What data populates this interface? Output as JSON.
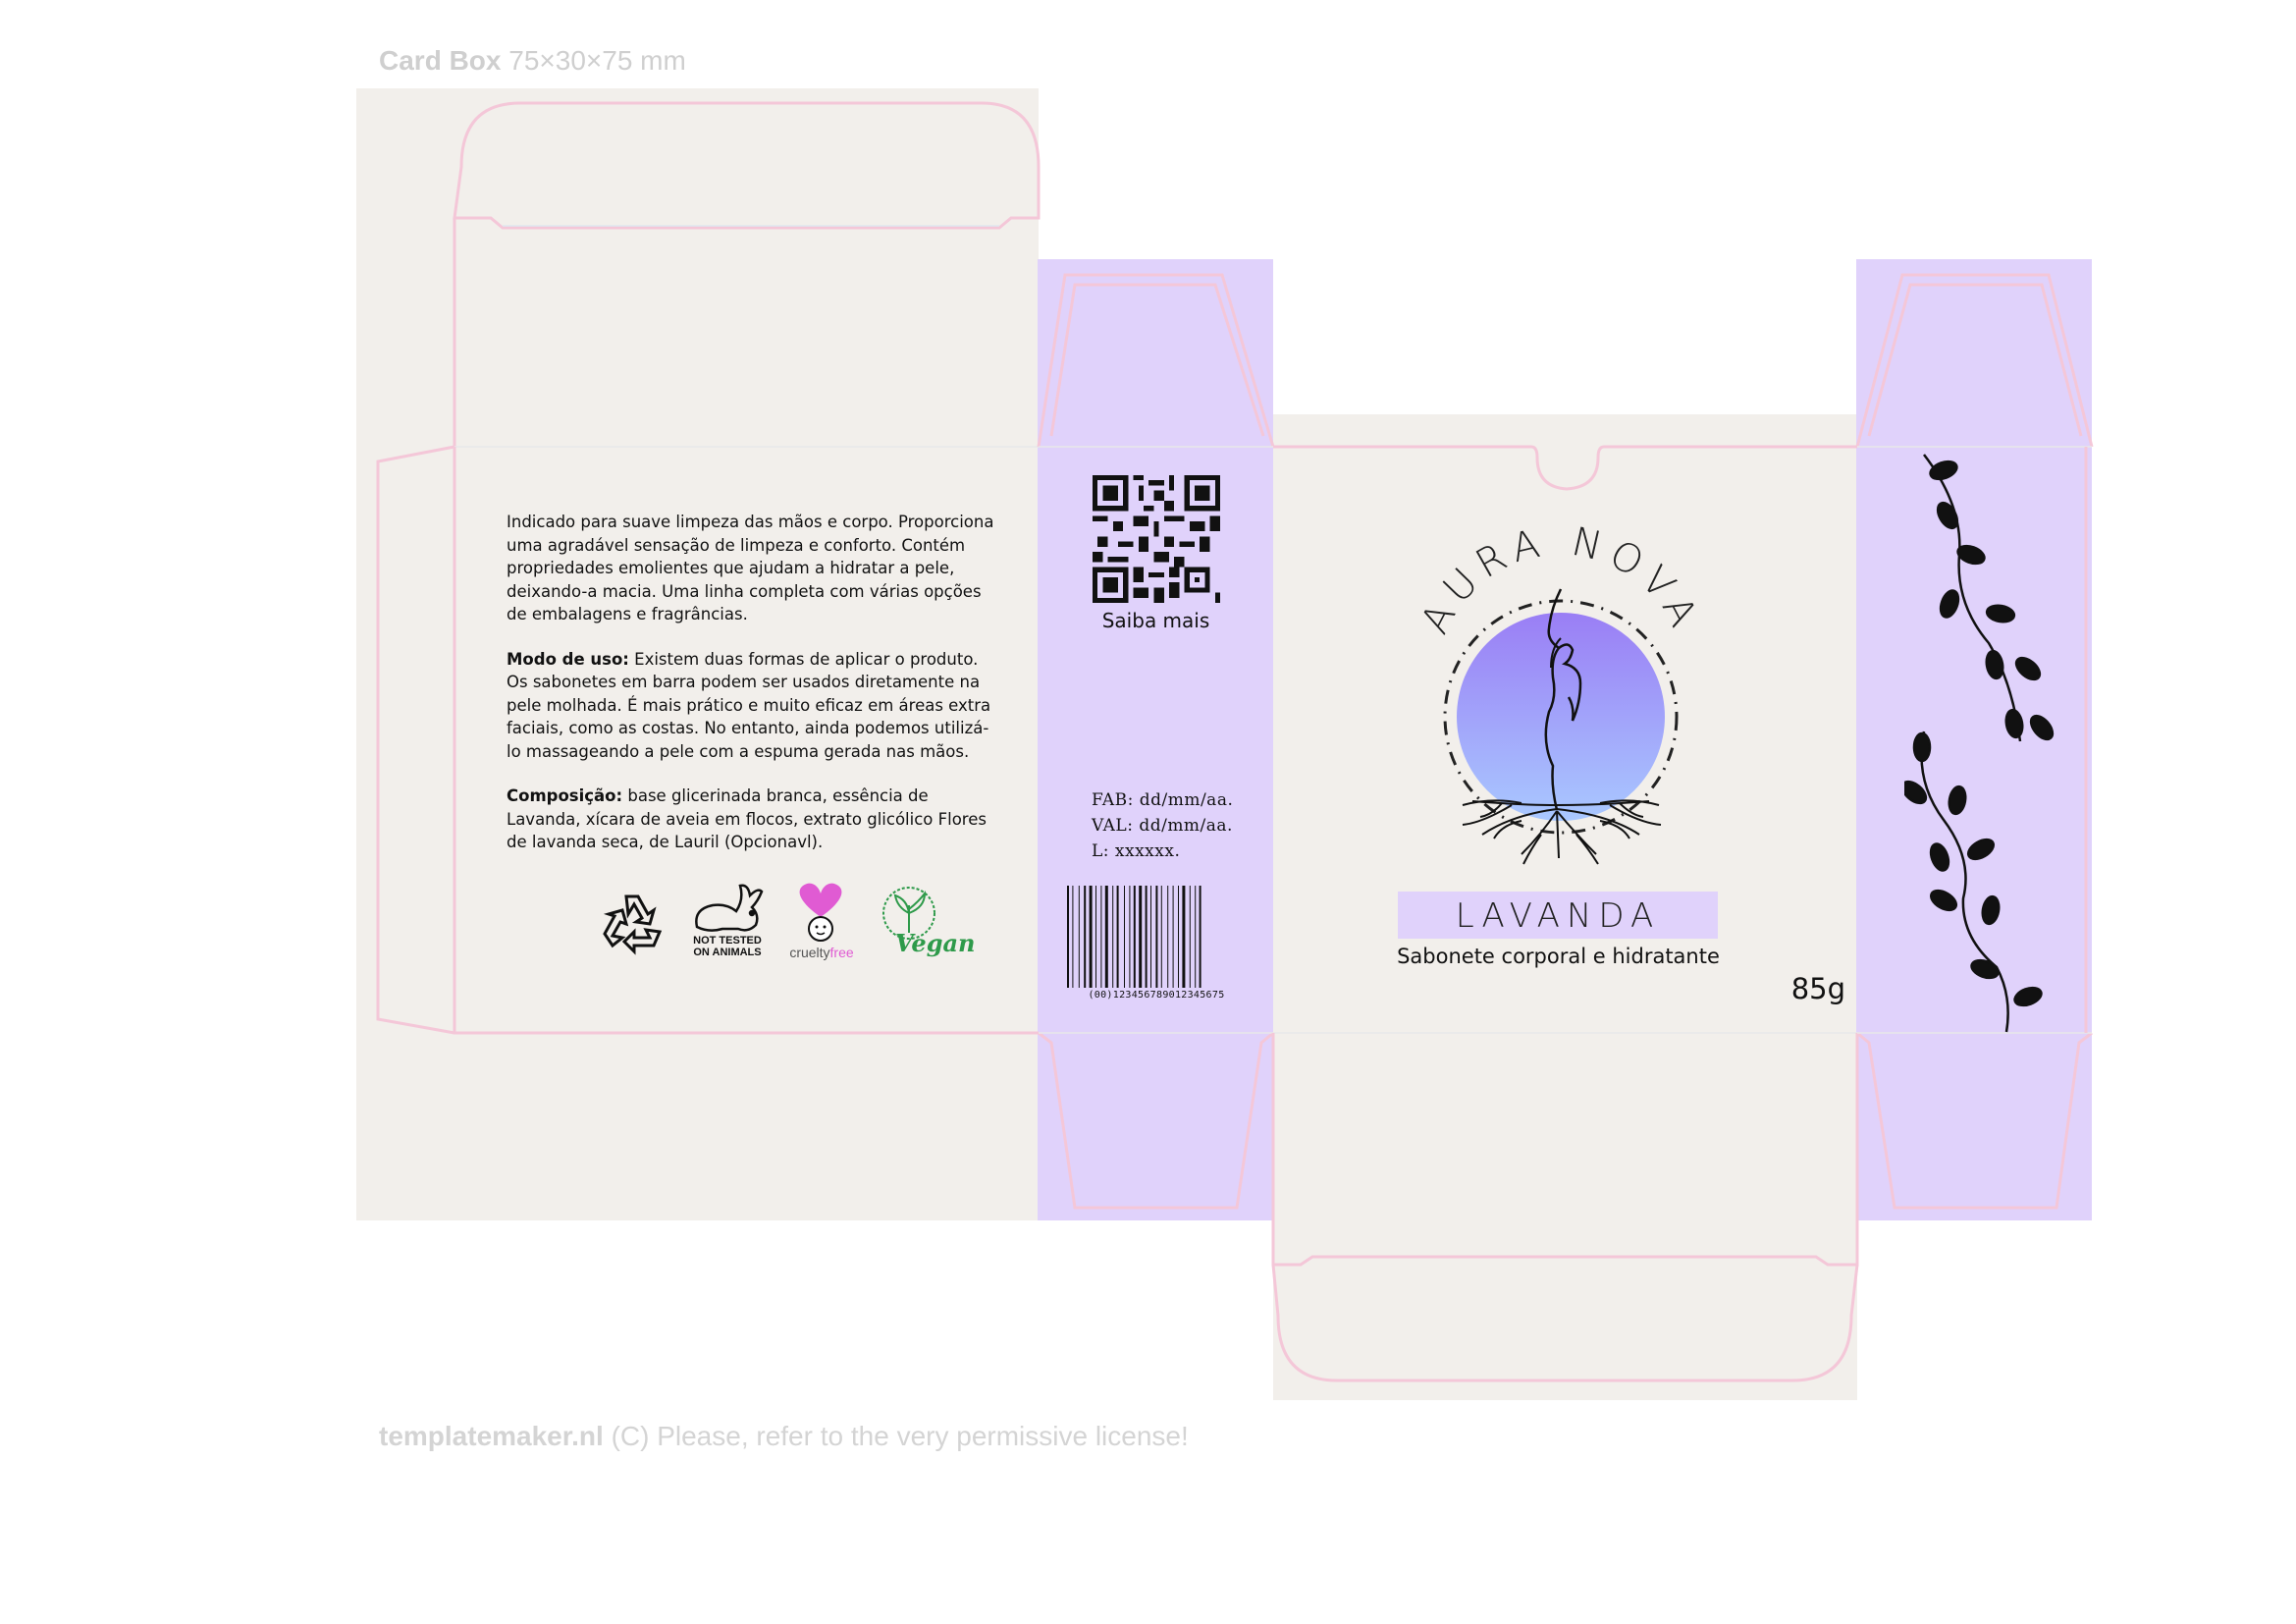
{
  "header": {
    "title": "Card Box",
    "dimensions": "75×30×75 mm"
  },
  "footer": {
    "site": "templatemaker.nl",
    "notice": "(C) Please, refer to the very permissive license!"
  },
  "colors": {
    "panel": "#f2efeb",
    "accent": "#e0d2fb",
    "dieline": "#f4c7d8",
    "logo_gradient_top": "#9a7ef5",
    "logo_gradient_bottom": "#a9c8ff"
  },
  "back_panel": {
    "description": "Indicado para suave limpeza das mãos e corpo. Proporciona uma agradável sensação de limpeza e conforto. Contém propriedades emolientes que ajudam a hidratar a pele, deixando-a macia. Uma linha completa com várias opções de embalagens e fragrâncias.",
    "usage_label": "Modo de uso:",
    "usage_text": " Existem duas formas de aplicar o produto. Os sabonetes em barra podem ser usados diretamente na pele molhada. É mais prático e muito eficaz em áreas extra faciais, como as costas. No entanto, ainda podemos utilizá-lo massageando a pele com a espuma gerada nas mãos.",
    "composition_label": "Composição:",
    "composition_text": " base glicerinada branca, essência de Lavanda, xícara de aveia em flocos, extrato glicólico Flores de lavanda seca, de Lauril (Opcionavl).",
    "badges": [
      {
        "icon": "recycle-icon"
      },
      {
        "icon": "rabbit-icon",
        "line1": "NOT TESTED",
        "line2": "ON ANIMALS"
      },
      {
        "icon": "heart-bunny-icon",
        "text_a": "cruelty",
        "text_b": "free"
      },
      {
        "icon": "vegan-leaf-icon",
        "text": "Vegan"
      }
    ]
  },
  "side_panel": {
    "qr_label": "Saiba mais",
    "fab": "FAB: dd/mm/aa.",
    "val": "VAL: dd/mm/aa.",
    "lot": "L: xxxxxx.",
    "barcode_number": "(00)123456789012345675"
  },
  "front_panel": {
    "brand": "AURA NOVA",
    "flavor": "LAVANDA",
    "subtitle": "Sabonete corporal e hidratante",
    "weight": "85g"
  }
}
